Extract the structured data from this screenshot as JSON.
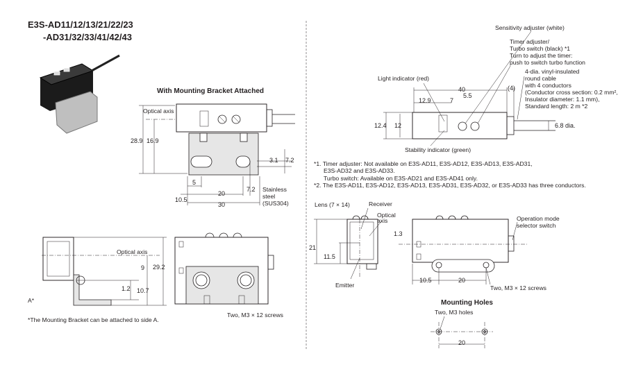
{
  "title_line1": "E3S-AD11/12/13/21/22/23",
  "title_line2": "-AD31/32/33/41/42/43",
  "bracket_heading": "With Mounting Bracket Attached",
  "left_top": {
    "optical_axis": "Optical axis",
    "d28_9": "28.9",
    "d16_9": "16.9",
    "d3_1": "3.1",
    "d7_2a": "7.2",
    "d7_2b": "7.2",
    "d5": "5",
    "d20": "20",
    "d10_5": "10.5",
    "d30": "30",
    "stainless": "Stainless",
    "steel": "steel",
    "sus": "(SUS304)"
  },
  "left_bottom": {
    "optical_axis": "Optical axis",
    "d9": "9",
    "d29_2": "29.2",
    "d1_2": "1.2",
    "d10_7": "10.7",
    "side_a": "A*",
    "screws": "Two, M3 × 12 screws",
    "footnote": "*The Mounting Bracket can be attached to side A."
  },
  "right_top": {
    "sensitivity": "Sensitivity adjuster (white)",
    "timer1": "Timer adjuster/",
    "timer2": "Turbo switch (black) *1",
    "timer3": "Turn to adjust the timer:",
    "timer4": "push to switch turbo function",
    "light_ind": "Light indicator (red)",
    "cable1": "4-dia. vinyl-insulated",
    "cable2": "round cable",
    "cable3": "with 4 conductors",
    "cable4": "(Conductor cross section: 0.2 mm²,",
    "cable5": "Insulator diameter: 1.1 mm),",
    "cable6": "Standard length: 2 m *2",
    "d40": "40",
    "d4": "(4)",
    "d12_9": "12.9",
    "d7": "7",
    "d5_5": "5.5",
    "d12_4": "12.4",
    "d12": "12",
    "d6_8": "6.8 dia.",
    "stability": "Stability indicator (green)"
  },
  "notes": {
    "n1a": "*1. Timer adjuster: Not available on E3S-AD11, E3S-AD12, E3S-AD13, E3S-AD31,",
    "n1b": "E3S-AD32 and E3S-AD33.",
    "n1c": "Turbo switch: Available on E3S-AD21 and E3S-AD41 only.",
    "n2": "*2. The E3S-AD11, E3S-AD12, E3S-AD13, E3S-AD31, E3S-AD32, or E3S-AD33 has three conductors."
  },
  "right_bottom": {
    "lens": "Lens (7 × 14)",
    "receiver": "Receiver",
    "optical": "Optical",
    "axis": "axis",
    "d1_3": "1.3",
    "d21": "21",
    "d11_5": "11.5",
    "emitter": "Emitter",
    "op_mode1": "Operation mode",
    "op_mode2": "selector switch",
    "d10_5": "10.5",
    "d20": "20",
    "screws": "Two, M3 × 12 screws"
  },
  "mounting": {
    "heading": "Mounting Holes",
    "holes": "Two, M3 holes",
    "d20": "20"
  }
}
